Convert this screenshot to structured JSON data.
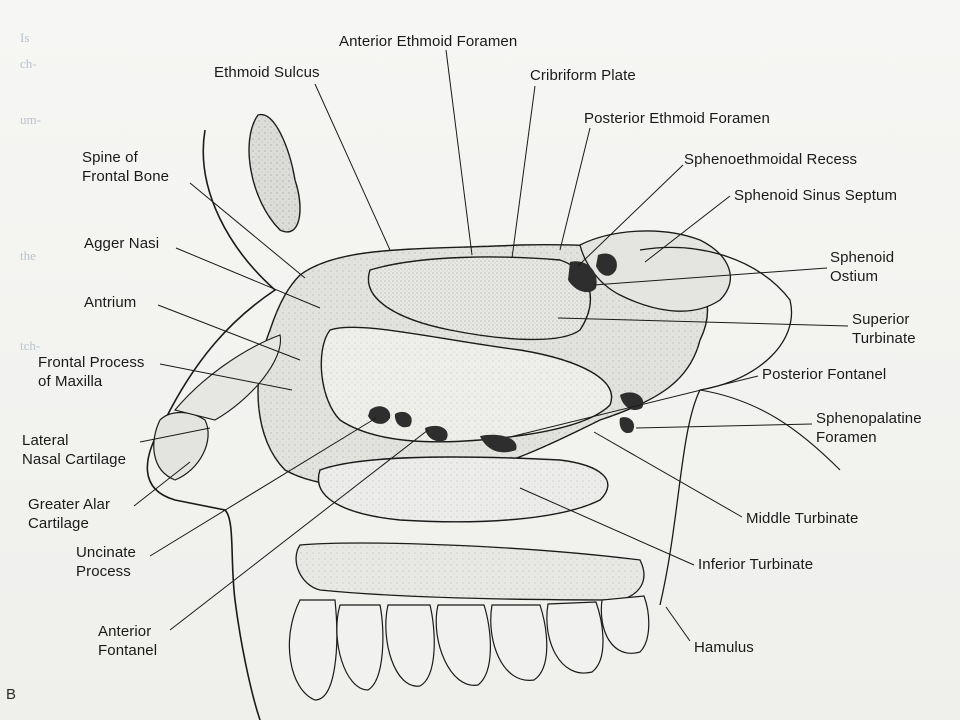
{
  "figure_letter": "B",
  "labels": {
    "anterior_ethmoid_foramen": "Anterior Ethmoid Foramen",
    "ethmoid_sulcus": "Ethmoid Sulcus",
    "cribriform_plate": "Cribriform Plate",
    "posterior_ethmoid_foramen": "Posterior Ethmoid Foramen",
    "spine_of_frontal_bone": [
      "Spine of",
      "Frontal Bone"
    ],
    "sphenoethmoidal_recess": "Sphenoethmoidal Recess",
    "sphenoid_sinus_septum": "Sphenoid Sinus Septum",
    "agger_nasi": "Agger Nasi",
    "sphenoid_ostium": [
      "Sphenoid",
      "Ostium"
    ],
    "antrium": "Antrium",
    "superior_turbinate": [
      "Superior",
      "Turbinate"
    ],
    "frontal_process_of_maxilla": [
      "Frontal Process",
      "of Maxilla"
    ],
    "posterior_fontanel": "Posterior Fontanel",
    "lateral_nasal_cartilage": [
      "Lateral",
      "Nasal Cartilage"
    ],
    "sphenopalatine_foramen": [
      "Sphenopalatine",
      "Foramen"
    ],
    "greater_alar_cartilage": [
      "Greater Alar",
      "Cartilage"
    ],
    "middle_turbinate": "Middle Turbinate",
    "uncinate_process": [
      "Uncinate",
      "Process"
    ],
    "inferior_turbinate": "Inferior Turbinate",
    "anterior_fontanel": [
      "Anterior",
      "Fontanel"
    ],
    "hamulus": "Hamulus"
  },
  "colors": {
    "line": "#1a1a1a",
    "bone_shade": "#d9d9d6",
    "dark_fill": "#2e2e2e",
    "bleed_text": "#b9c3cf"
  }
}
